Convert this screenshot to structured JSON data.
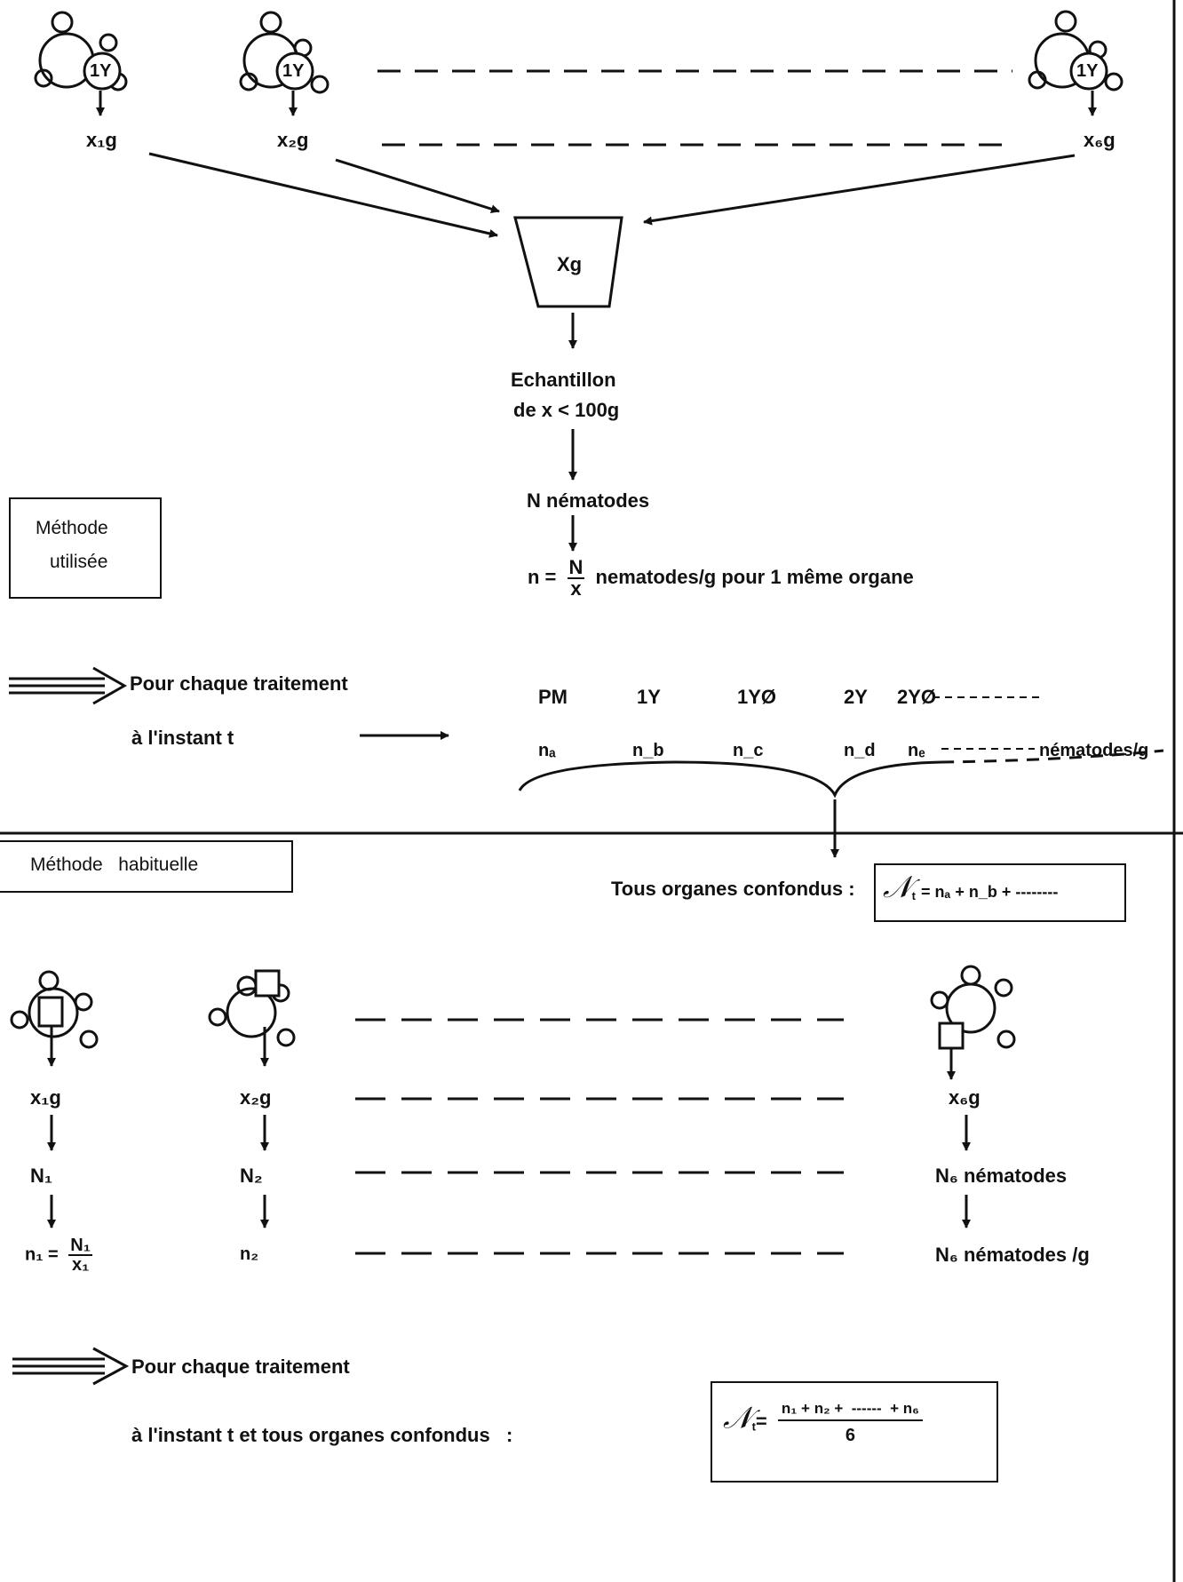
{
  "top": {
    "plant_label": "1Y",
    "weights": [
      "x₁g",
      "x₂g",
      "x₆g"
    ],
    "pool": "Xg",
    "sample_line1": "Echantillon",
    "sample_line2": "de x < 100g",
    "count": "N nématodes",
    "density_prefix": "n =",
    "density_num": "N",
    "density_den": "x",
    "density_suffix": "nematodes/g pour 1 même organe",
    "method_label_line1": "Méthode",
    "method_label_line2": "utilisée",
    "per_treatment_line1": "Pour chaque traitement",
    "per_treatment_line2": "à l'instant t",
    "treatments": [
      "PM",
      "1Y",
      "1YØ",
      "2Y",
      "2YØ"
    ],
    "densities": [
      "nₐ",
      "n_b",
      "n_c",
      "n_d",
      "nₑ"
    ],
    "densities_unit": "nématodes/g",
    "all_organs": "Tous organes confondus :",
    "sum_symbol": "𝒩",
    "sum_sub": "t",
    "sum_formula": "= nₐ + n_b + --------"
  },
  "bottom": {
    "method_label": "Méthode   habituelle",
    "weights": [
      "x₁g",
      "x₂g",
      "x₆g"
    ],
    "counts": [
      "N₁",
      "N₂",
      "N₆ nématodes"
    ],
    "n1_prefix": "n₁ =",
    "n1_num": "N₁",
    "n1_den": "x₁",
    "n2": "n₂",
    "n6": "N₆ nématodes /g",
    "per_treatment_line1": "Pour chaque traitement",
    "per_treatment_line2": "à l'instant t et tous organes confondus   :",
    "sum_symbol": "𝒩",
    "sum_sub": "t",
    "sum_eq": "=",
    "sum_num": "n₁ + n₂ +  ------  + n₆",
    "sum_den": "6"
  }
}
